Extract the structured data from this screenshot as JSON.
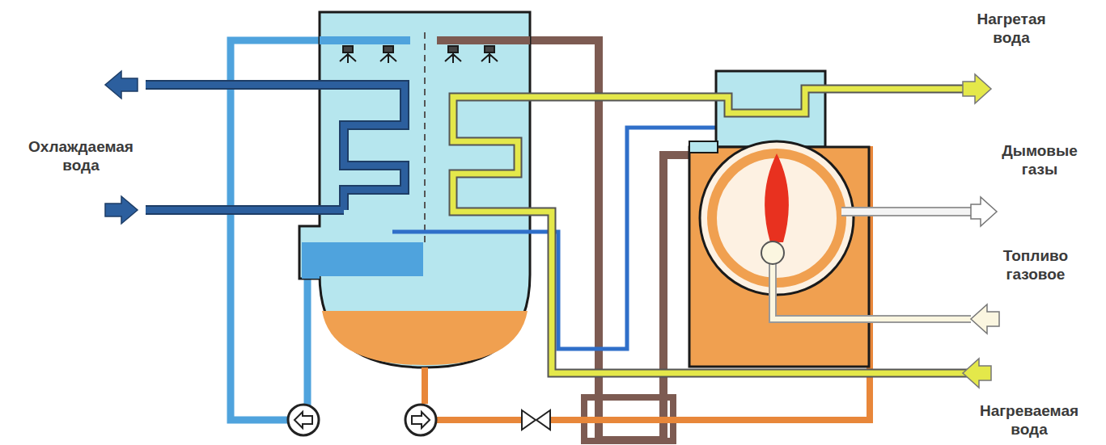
{
  "diagram": {
    "labels": [
      "Нагретая вода",
      "Охлаждаемая вода",
      "Дымовые газы",
      "Топливо газовое",
      "Нагреваемая вода"
    ]
  }
}
